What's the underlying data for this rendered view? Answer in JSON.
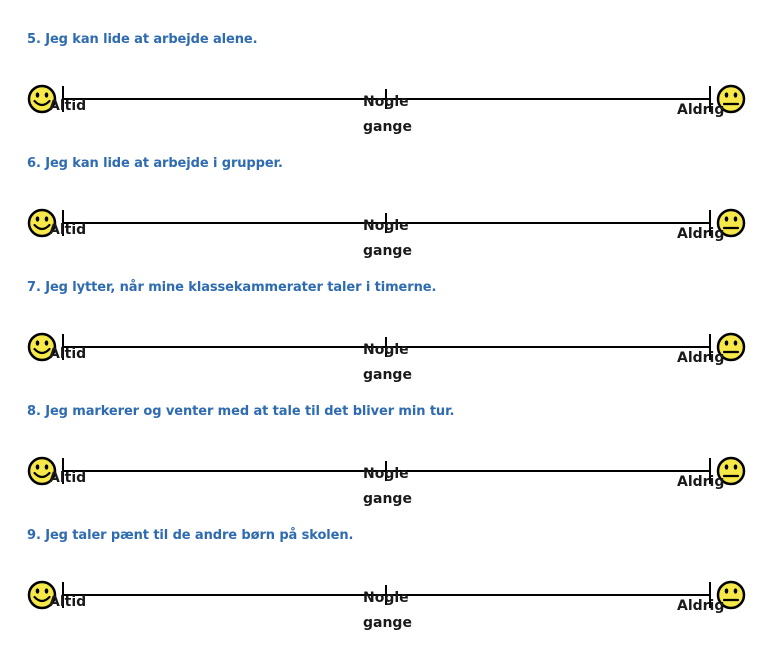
{
  "items": [
    {
      "question": "5.  Jeg kan lide at arbejde alene.",
      "left_label": "Altid",
      "mid_label_1": "Nogle",
      "mid_label_2": "gange",
      "right_label": "Aldrig"
    },
    {
      "question": "6.  Jeg kan lide at arbejde i grupper.",
      "left_label": "Altid",
      "mid_label_1": "Nogle",
      "mid_label_2": "gange",
      "right_label": "Aldrig"
    },
    {
      "question": "7.  Jeg lytter, når mine klassekammerater taler i timerne.",
      "left_label": "Altid",
      "mid_label_1": "Nogle",
      "mid_label_2": "gange",
      "right_label": "Aldrig"
    },
    {
      "question": "8.  Jeg markerer og venter med at tale til det bliver min tur.",
      "left_label": "Altid",
      "mid_label_1": "Nogle",
      "mid_label_2": "gange",
      "right_label": "Aldrig"
    },
    {
      "question": "9.  Jeg taler pænt til de andre børn på skolen.",
      "left_label": "Altid",
      "mid_label_1": "Nogle",
      "mid_label_2": "gange",
      "right_label": "Aldrig"
    }
  ],
  "icons": {
    "left": "smiley-face-icon",
    "right": "neutral-face-icon"
  },
  "colors": {
    "question_text": "#2e6bb0",
    "face_fill": "#f7e84a",
    "line": "#000000"
  }
}
